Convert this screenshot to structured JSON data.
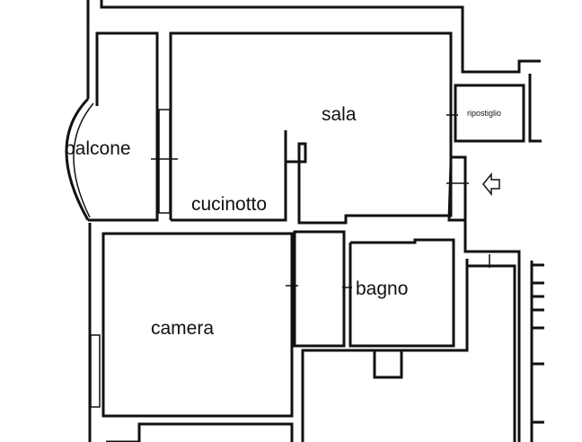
{
  "rooms": {
    "balcone": "balcone",
    "sala": "sala",
    "ripostiglio": "ripostiglio",
    "cucinotto": "cucinotto",
    "camera": "camera",
    "bagno": "bagno"
  },
  "icons": {
    "entrance": "arrow-left-icon"
  },
  "colors": {
    "wall": "#111111",
    "background": "#ffffff"
  }
}
